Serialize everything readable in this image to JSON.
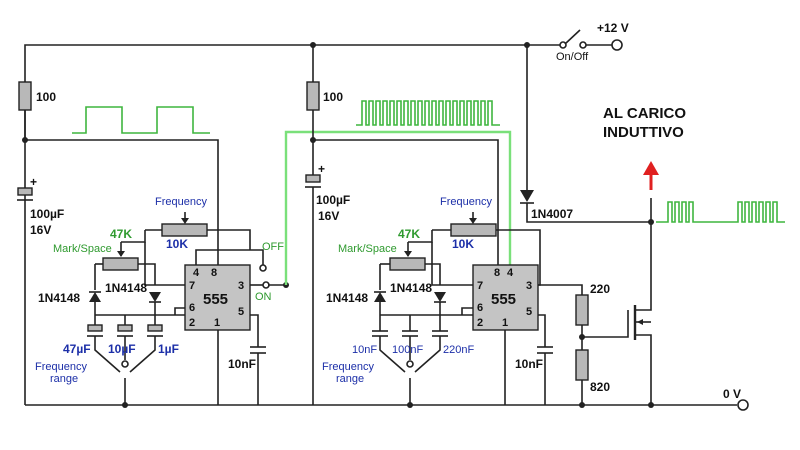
{
  "labels": {
    "supply": "+12 V",
    "onoff": "On/Off",
    "ground": "0 V",
    "load_line1": "AL CARICO",
    "load_line2": "INDUTTIVO",
    "diode_1n4007": "1N4007",
    "res_220": "220",
    "res_820": "820"
  },
  "stage1": {
    "res": "100",
    "cap": "100µF",
    "cap_v": "16V",
    "frequency": "Frequency",
    "pot_freq": "10K",
    "pot_ms": "47K",
    "mark_space": "Mark/Space",
    "diode_a": "1N4148",
    "diode_b": "1N4148",
    "ic": "555",
    "c1": "47µF",
    "c2": "10µF",
    "c3": "1µF",
    "range_l1": "Frequency",
    "range_l2": "range",
    "c_pin5": "10nF",
    "sw_off": "OFF",
    "sw_on": "ON",
    "pins": {
      "p4": "4",
      "p8": "8",
      "p7": "7",
      "p6": "6",
      "p2": "2",
      "p1": "1",
      "p3": "3",
      "p5": "5"
    }
  },
  "stage2": {
    "res": "100",
    "cap": "100µF",
    "cap_v": "16V",
    "frequency": "Frequency",
    "pot_freq": "10K",
    "pot_ms": "47K",
    "mark_space": "Mark/Space",
    "diode_a": "1N4148",
    "diode_b": "1N4148",
    "ic": "555",
    "c1": "10nF",
    "c2": "100nF",
    "c3": "220nF",
    "range_l1": "Frequency",
    "range_l2": "range",
    "c_pin5": "10nF",
    "pins": {
      "p8": "8",
      "p4": "4",
      "p7": "7",
      "p6": "6",
      "p2": "2",
      "p1": "1",
      "p3": "3",
      "p5": "5"
    }
  },
  "colors": {
    "wire": "#222222",
    "green_wire": "#7ae07a",
    "waveform": "#3fb63f",
    "arrow": "#e02020",
    "blue_text": "#1c2fa8"
  }
}
